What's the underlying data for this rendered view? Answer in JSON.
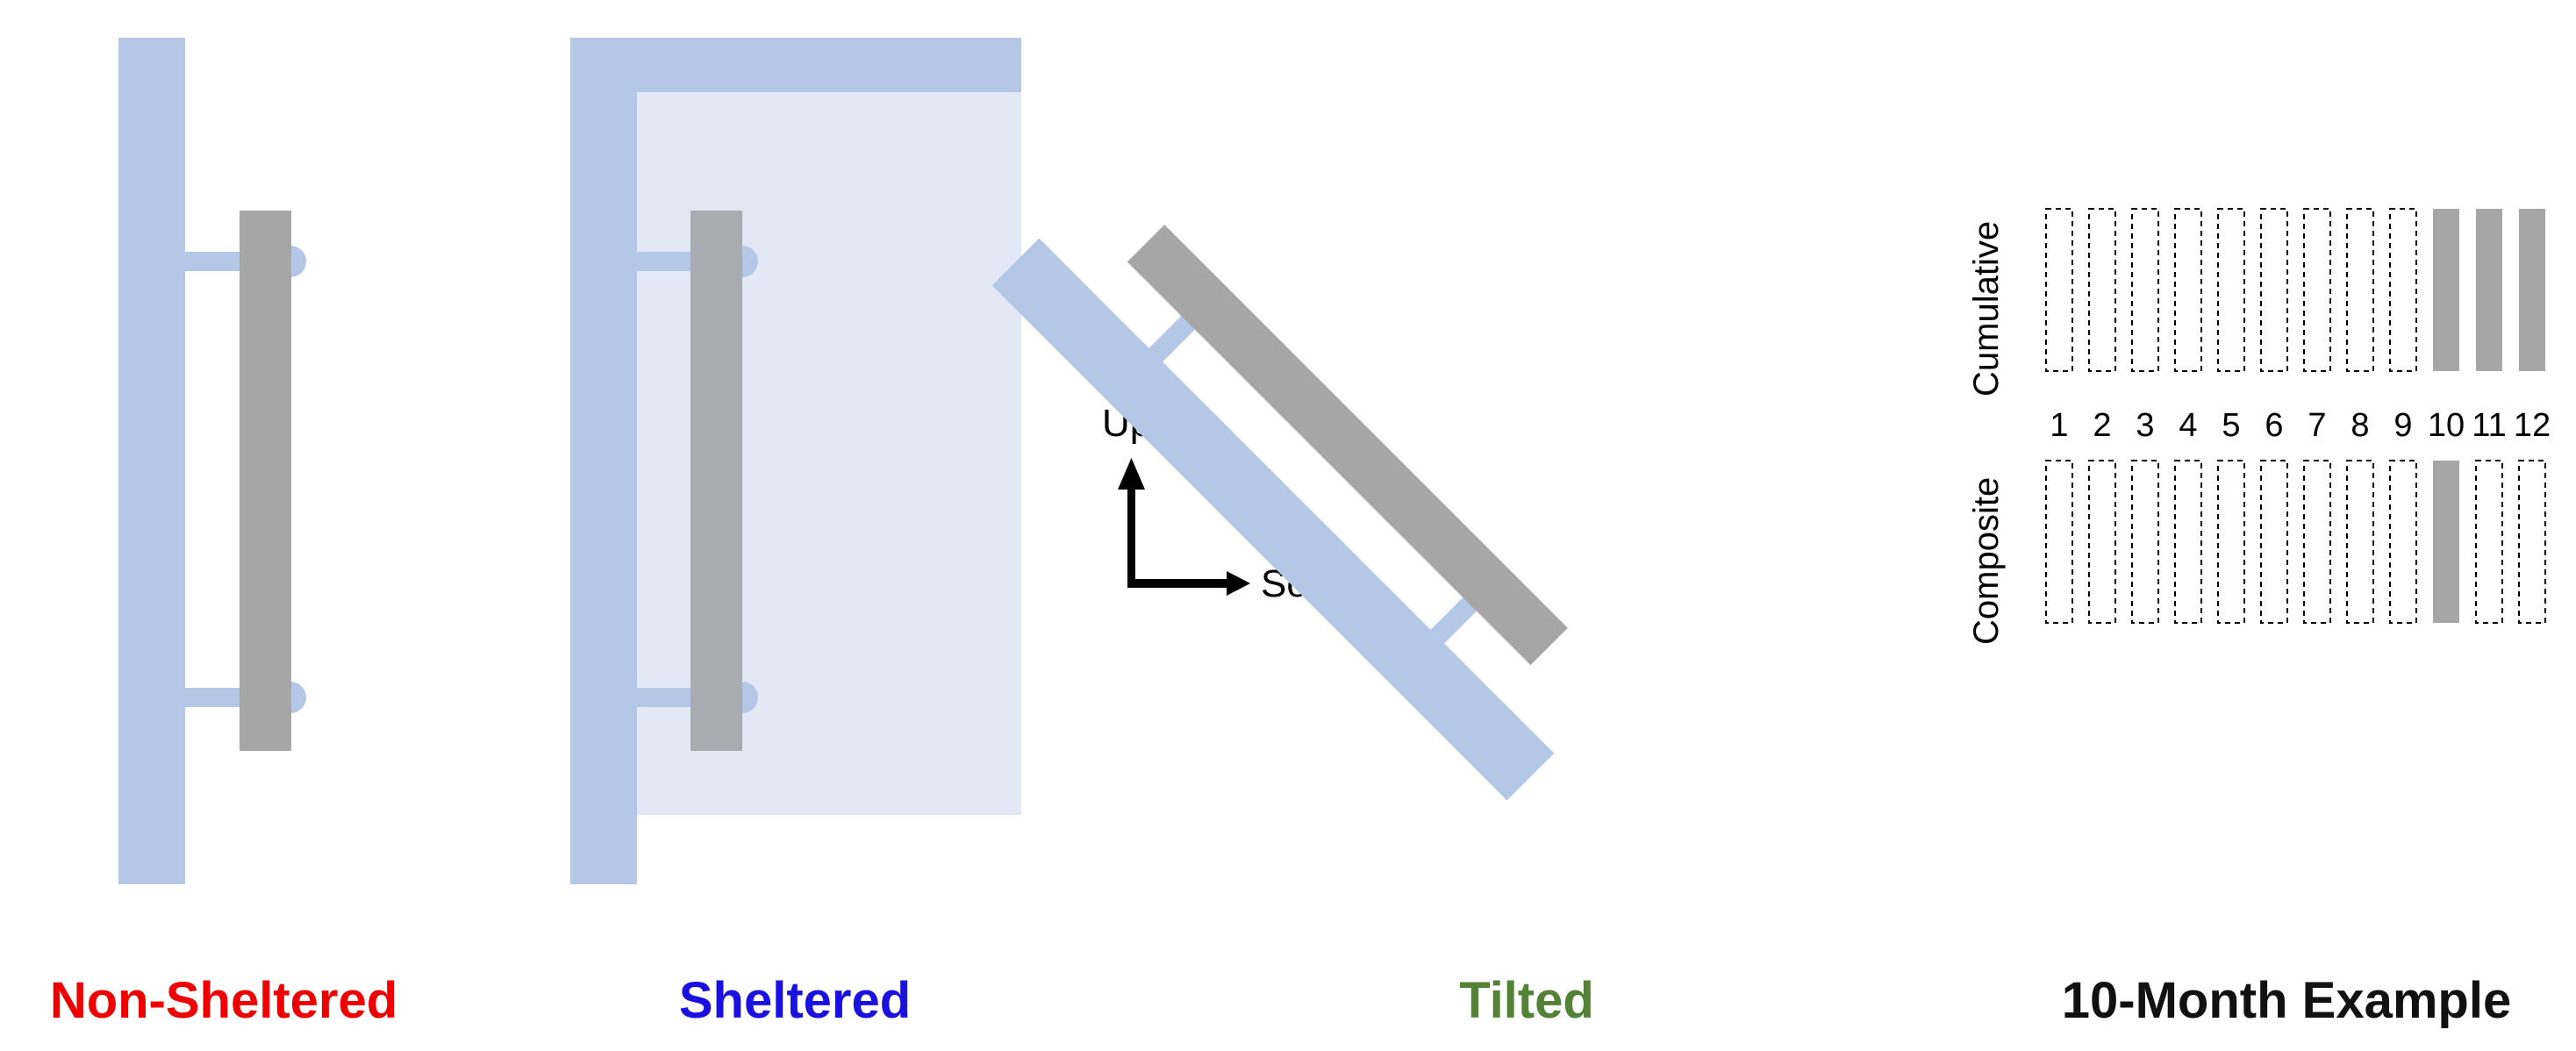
{
  "panels": {
    "non_sheltered": {
      "label": "Non-Sheltered",
      "color": "#ee0000"
    },
    "sheltered": {
      "label": "Sheltered",
      "color": "#1a10e0"
    },
    "tilted": {
      "label": "Tilted",
      "color": "#538135"
    },
    "example": {
      "label": "10-Month Example",
      "color": "#111111"
    }
  },
  "direction_arrows": {
    "up": "Up",
    "south": "South"
  },
  "example": {
    "rows": [
      {
        "label": "Cumulative",
        "filled": [
          10,
          11,
          12
        ]
      },
      {
        "label": "Composite",
        "filled": [
          10
        ]
      }
    ],
    "months": [
      "1",
      "2",
      "3",
      "4",
      "5",
      "6",
      "7",
      "8",
      "9",
      "10",
      "11",
      "12"
    ]
  },
  "colors": {
    "rack": "#b4c7e7",
    "shelter_fill": "#e2e9f4",
    "sample": "#a6a6a6",
    "sample_sheltered": "#a8acb2"
  }
}
